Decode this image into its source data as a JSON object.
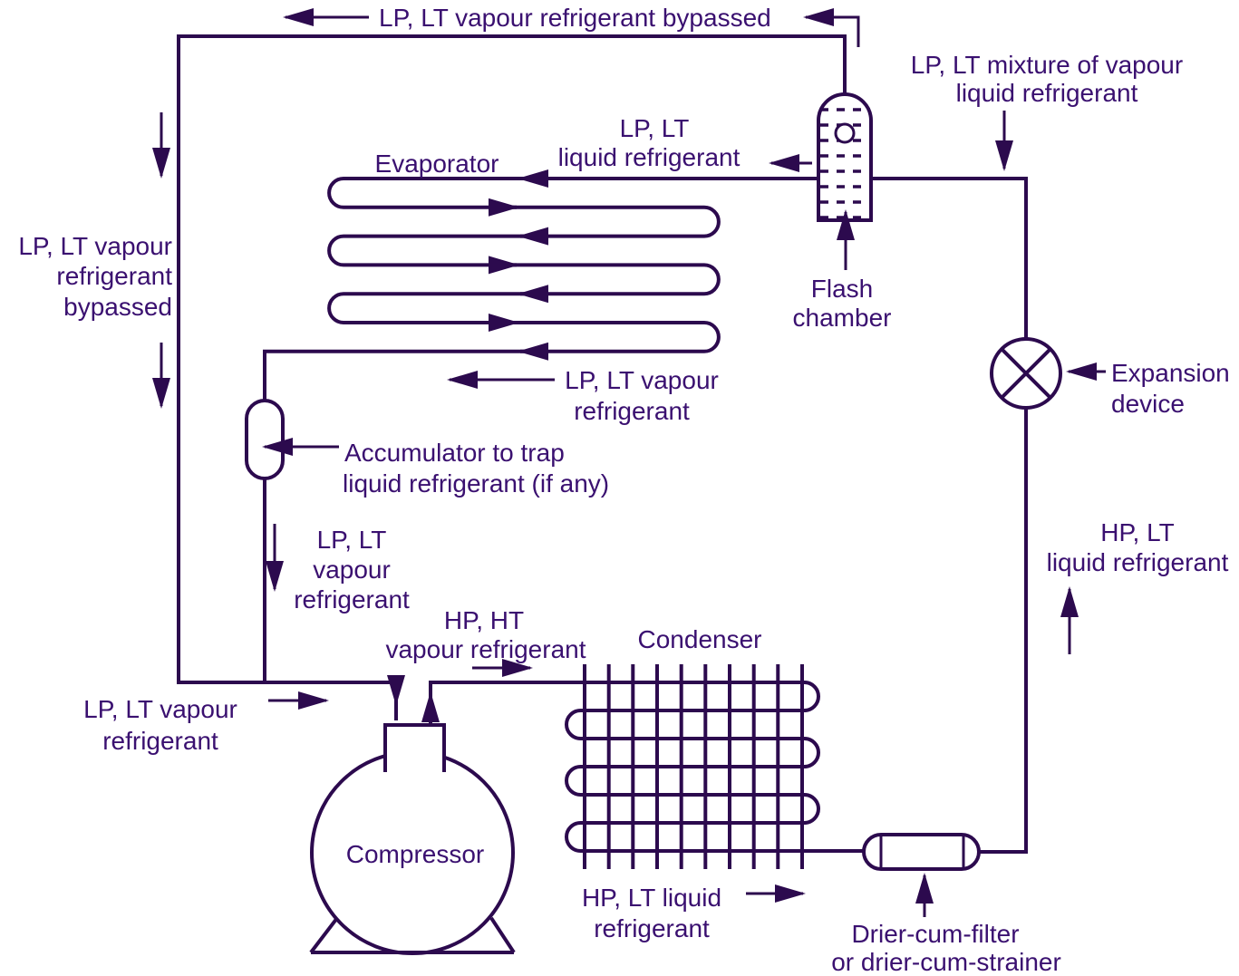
{
  "colors": {
    "line": "#2c0a4e",
    "text": "#3a1070",
    "bg": "#ffffff"
  },
  "labels": {
    "top_bypass": "LP, LT vapour refrigerant bypassed",
    "mixture_l1": "LP, LT mixture of vapour",
    "mixture_l2": "liquid refrigerant",
    "flash_in_l1": "LP, LT",
    "flash_in_l2": "liquid refrigerant",
    "evaporator": "Evaporator",
    "flash_l1": "Flash",
    "flash_l2": "chamber",
    "expansion_l1": "Expansion",
    "expansion_l2": "device",
    "left_bypass_l1": "LP, LT vapour",
    "left_bypass_l2": "refrigerant",
    "left_bypass_l3": "bypassed",
    "evap_out_l1": "LP, LT vapour",
    "evap_out_l2": "refrigerant",
    "accum_l1": "Accumulator to trap",
    "accum_l2": "liquid refrigerant (if any)",
    "suction_l1": "LP, LT",
    "suction_l2": "vapour",
    "suction_l3": "refrigerant",
    "discharge_l1": "HP, HT",
    "discharge_l2": "vapour refrigerant",
    "condenser": "Condenser",
    "comp_in_l1": "LP, LT vapour",
    "comp_in_l2": "refrigerant",
    "compressor": "Compressor",
    "cond_out_l1": "HP, LT liquid",
    "cond_out_l2": "refrigerant",
    "drier_l1": "Drier-cum-filter",
    "drier_l2": "or drier-cum-strainer",
    "right_liq_l1": "HP, LT",
    "right_liq_l2": "liquid refrigerant"
  }
}
